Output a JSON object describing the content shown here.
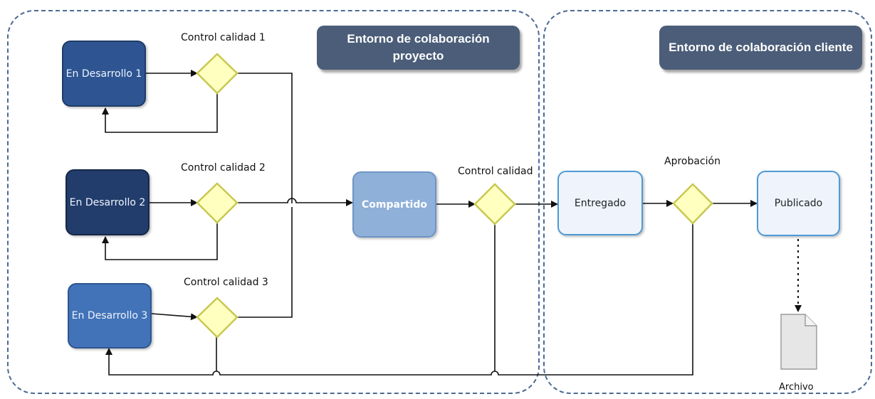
{
  "zones": {
    "project": {
      "title": "Entorno de colaboración proyecto"
    },
    "client": {
      "title": "Entorno de colaboración cliente"
    }
  },
  "nodes": {
    "dev1": "En Desarrollo 1",
    "dev2": "En Desarrollo 2",
    "dev3": "En Desarrollo 3",
    "shared": "Compartido",
    "delivered": "Entregado",
    "published": "Publicado",
    "archive": "Archivo"
  },
  "gateways": {
    "qc1": "Control calidad 1",
    "qc2": "Control calidad 2",
    "qc3": "Control calidad 3",
    "qc": "Control calidad",
    "approval": "Aprobación"
  },
  "colors": {
    "zone_border": "#4a6a93",
    "zone_title_bg": "#4b5d78",
    "gateway_fill": "#ffffc0",
    "gateway_border": "#c8c850",
    "connector": "#111111"
  }
}
